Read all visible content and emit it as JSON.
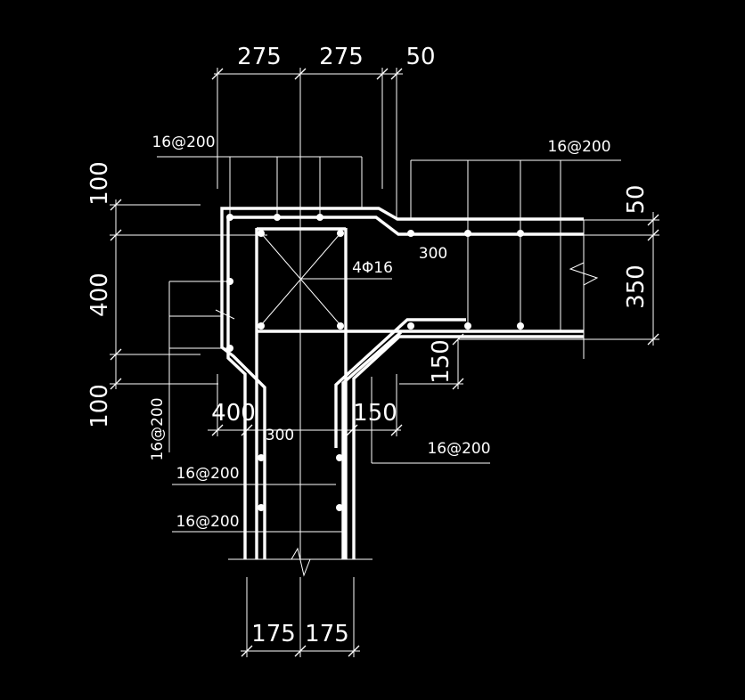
{
  "colors": {
    "background": "#000000",
    "lines": "#ffffff"
  },
  "dimensions": {
    "top": [
      "275",
      "275",
      "50"
    ],
    "left": [
      "100",
      "400",
      "100"
    ],
    "right": [
      "50",
      "350"
    ],
    "middle_left": "400",
    "middle_right": "150",
    "haunch_vertical": "150",
    "bottom": [
      "175",
      "175"
    ],
    "haunch_300_top": "300",
    "haunch_300_left": "300"
  },
  "annotations": {
    "top_left_rebar": "16@200",
    "top_right_rebar": "16@200",
    "center_rebar": "4Φ16",
    "left_vertical_rebar": "16@200",
    "right_bottom_rebar": "16@200",
    "column_rebar_1": "16@200",
    "column_rebar_2": "16@200"
  }
}
